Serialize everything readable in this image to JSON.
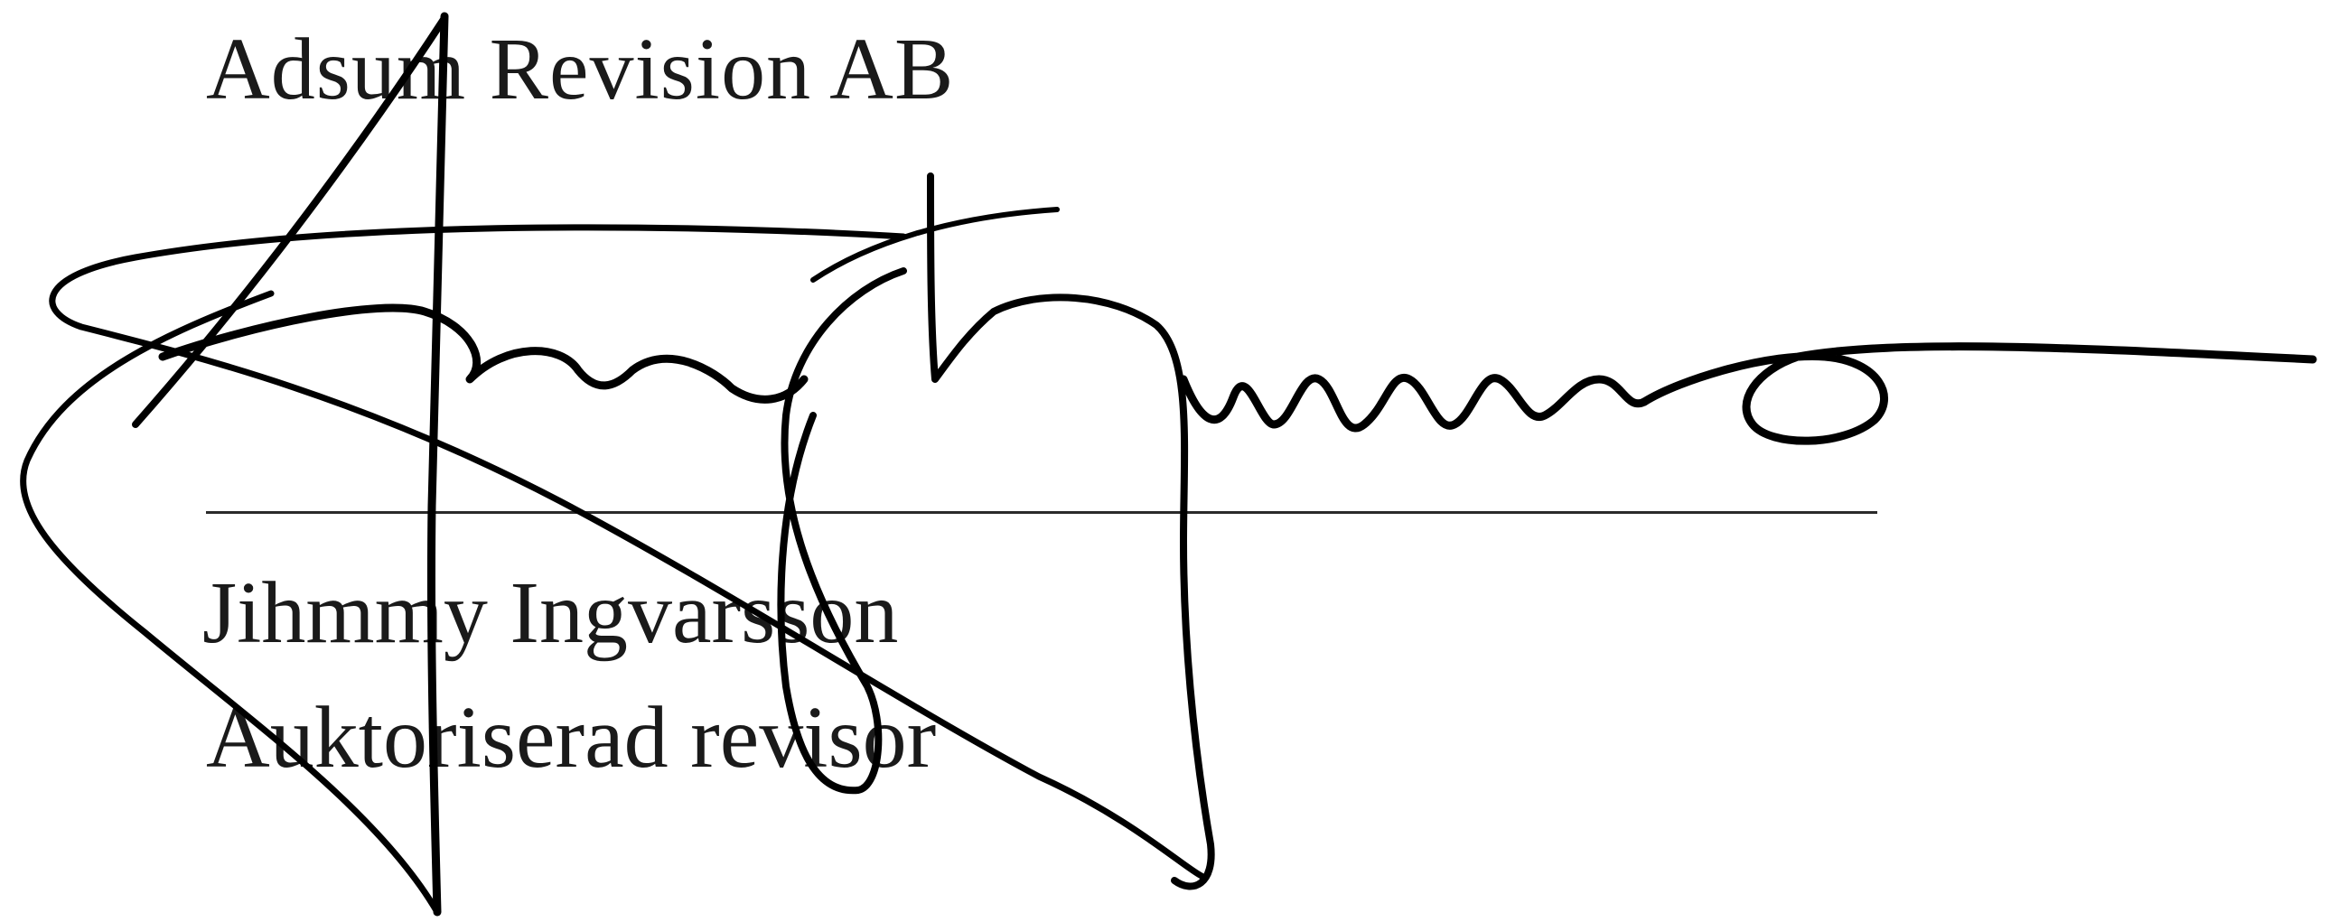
{
  "signature_block": {
    "company": "Adsum Revision AB",
    "signer_name": "Jihmmy Ingvarsson",
    "signer_title": "Auktoriserad revisor"
  },
  "colors": {
    "ink": "#000000",
    "text": "#1a1a1a",
    "background": "#ffffff"
  }
}
